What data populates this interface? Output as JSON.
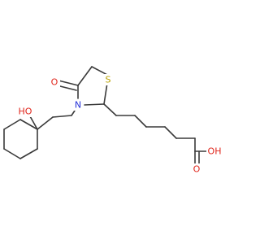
{
  "molecule": {
    "atoms": {
      "ketone_oxygen": {
        "symbol": "O",
        "color": "#e0251b"
      },
      "ring_sulfur": {
        "symbol": "S",
        "color": "#b9a200"
      },
      "ring_nitrogen": {
        "symbol": "N",
        "color": "#2531d8"
      },
      "hydroxyl": {
        "symbol": "HO",
        "color": "#e0251b"
      },
      "acid_carbonyl_oxygen": {
        "symbol": "O",
        "color": "#e0251b"
      },
      "acid_hydroxyl": {
        "symbol": "OH",
        "color": "#e0251b"
      }
    },
    "bond_color": "#3a3a3a"
  }
}
